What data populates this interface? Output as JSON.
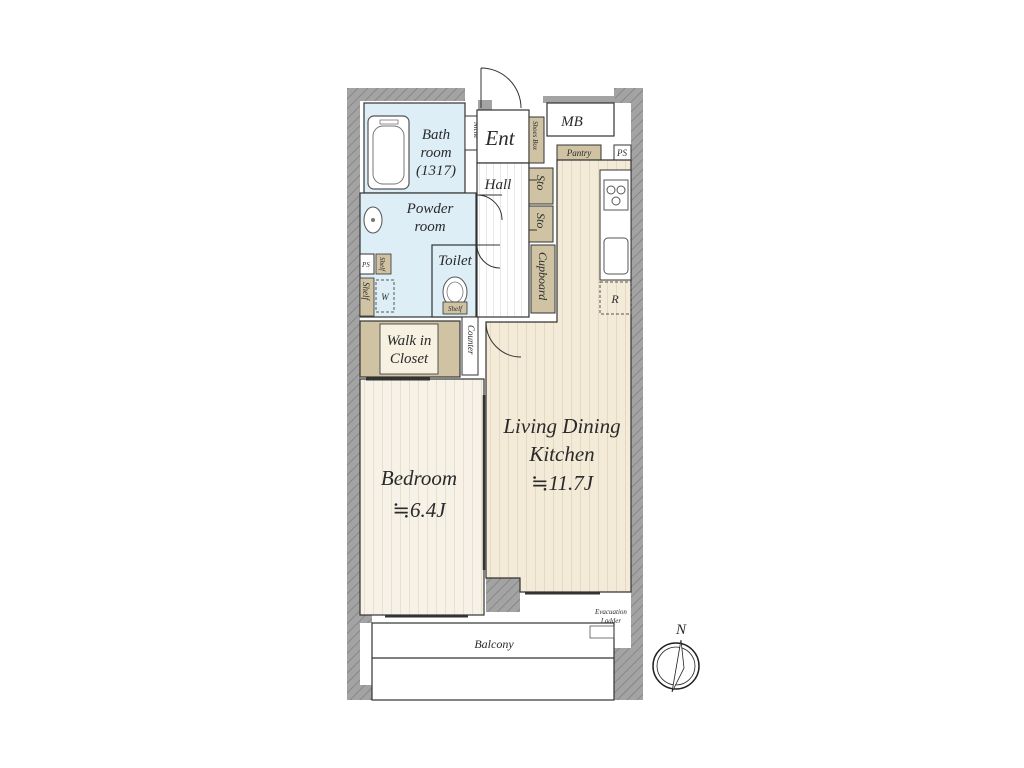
{
  "rooms": {
    "bath_line1": "Bath",
    "bath_line2": "room",
    "bath_line3": "(1317)",
    "powder_line1": "Powder",
    "powder_line2": "room",
    "toilet": "Toilet",
    "walk_in_line1": "Walk in",
    "walk_in_line2": "Closet",
    "bedroom_name": "Bedroom",
    "bedroom_size": "≒6.4J",
    "ldk_line1": "Living Dining",
    "ldk_line2": "Kitchen",
    "ldk_size": "≒11.7J",
    "hall": "Hall",
    "ent": "Ent",
    "mb": "MB",
    "balcony": "Balcony"
  },
  "fixtures": {
    "niche": "Niche",
    "shoes_box": "Shoes Box",
    "pantry": "Pantry",
    "ps_top": "PS",
    "ps_left": "PS",
    "sto_1": "Sto",
    "sto_2": "Sto",
    "cupboard": "Cupboard",
    "counter": "Counter",
    "shelf_1": "Shelf",
    "shelf_2": "Shelf",
    "shelf_3": "Shelf",
    "w": "W",
    "r": "R",
    "evacuation_line1": "Evacuation",
    "evacuation_line2": "Ladder"
  },
  "compass": {
    "label": "N"
  },
  "colors": {
    "wall": "#a3a3a3",
    "wet_area": "#ddeef6",
    "storage": "#cfc3a4",
    "bedroom_floor": "#f6f2e7",
    "ldk_floor": "#f3ead8",
    "stripe": "#e4d9c3",
    "line": "#333333"
  }
}
